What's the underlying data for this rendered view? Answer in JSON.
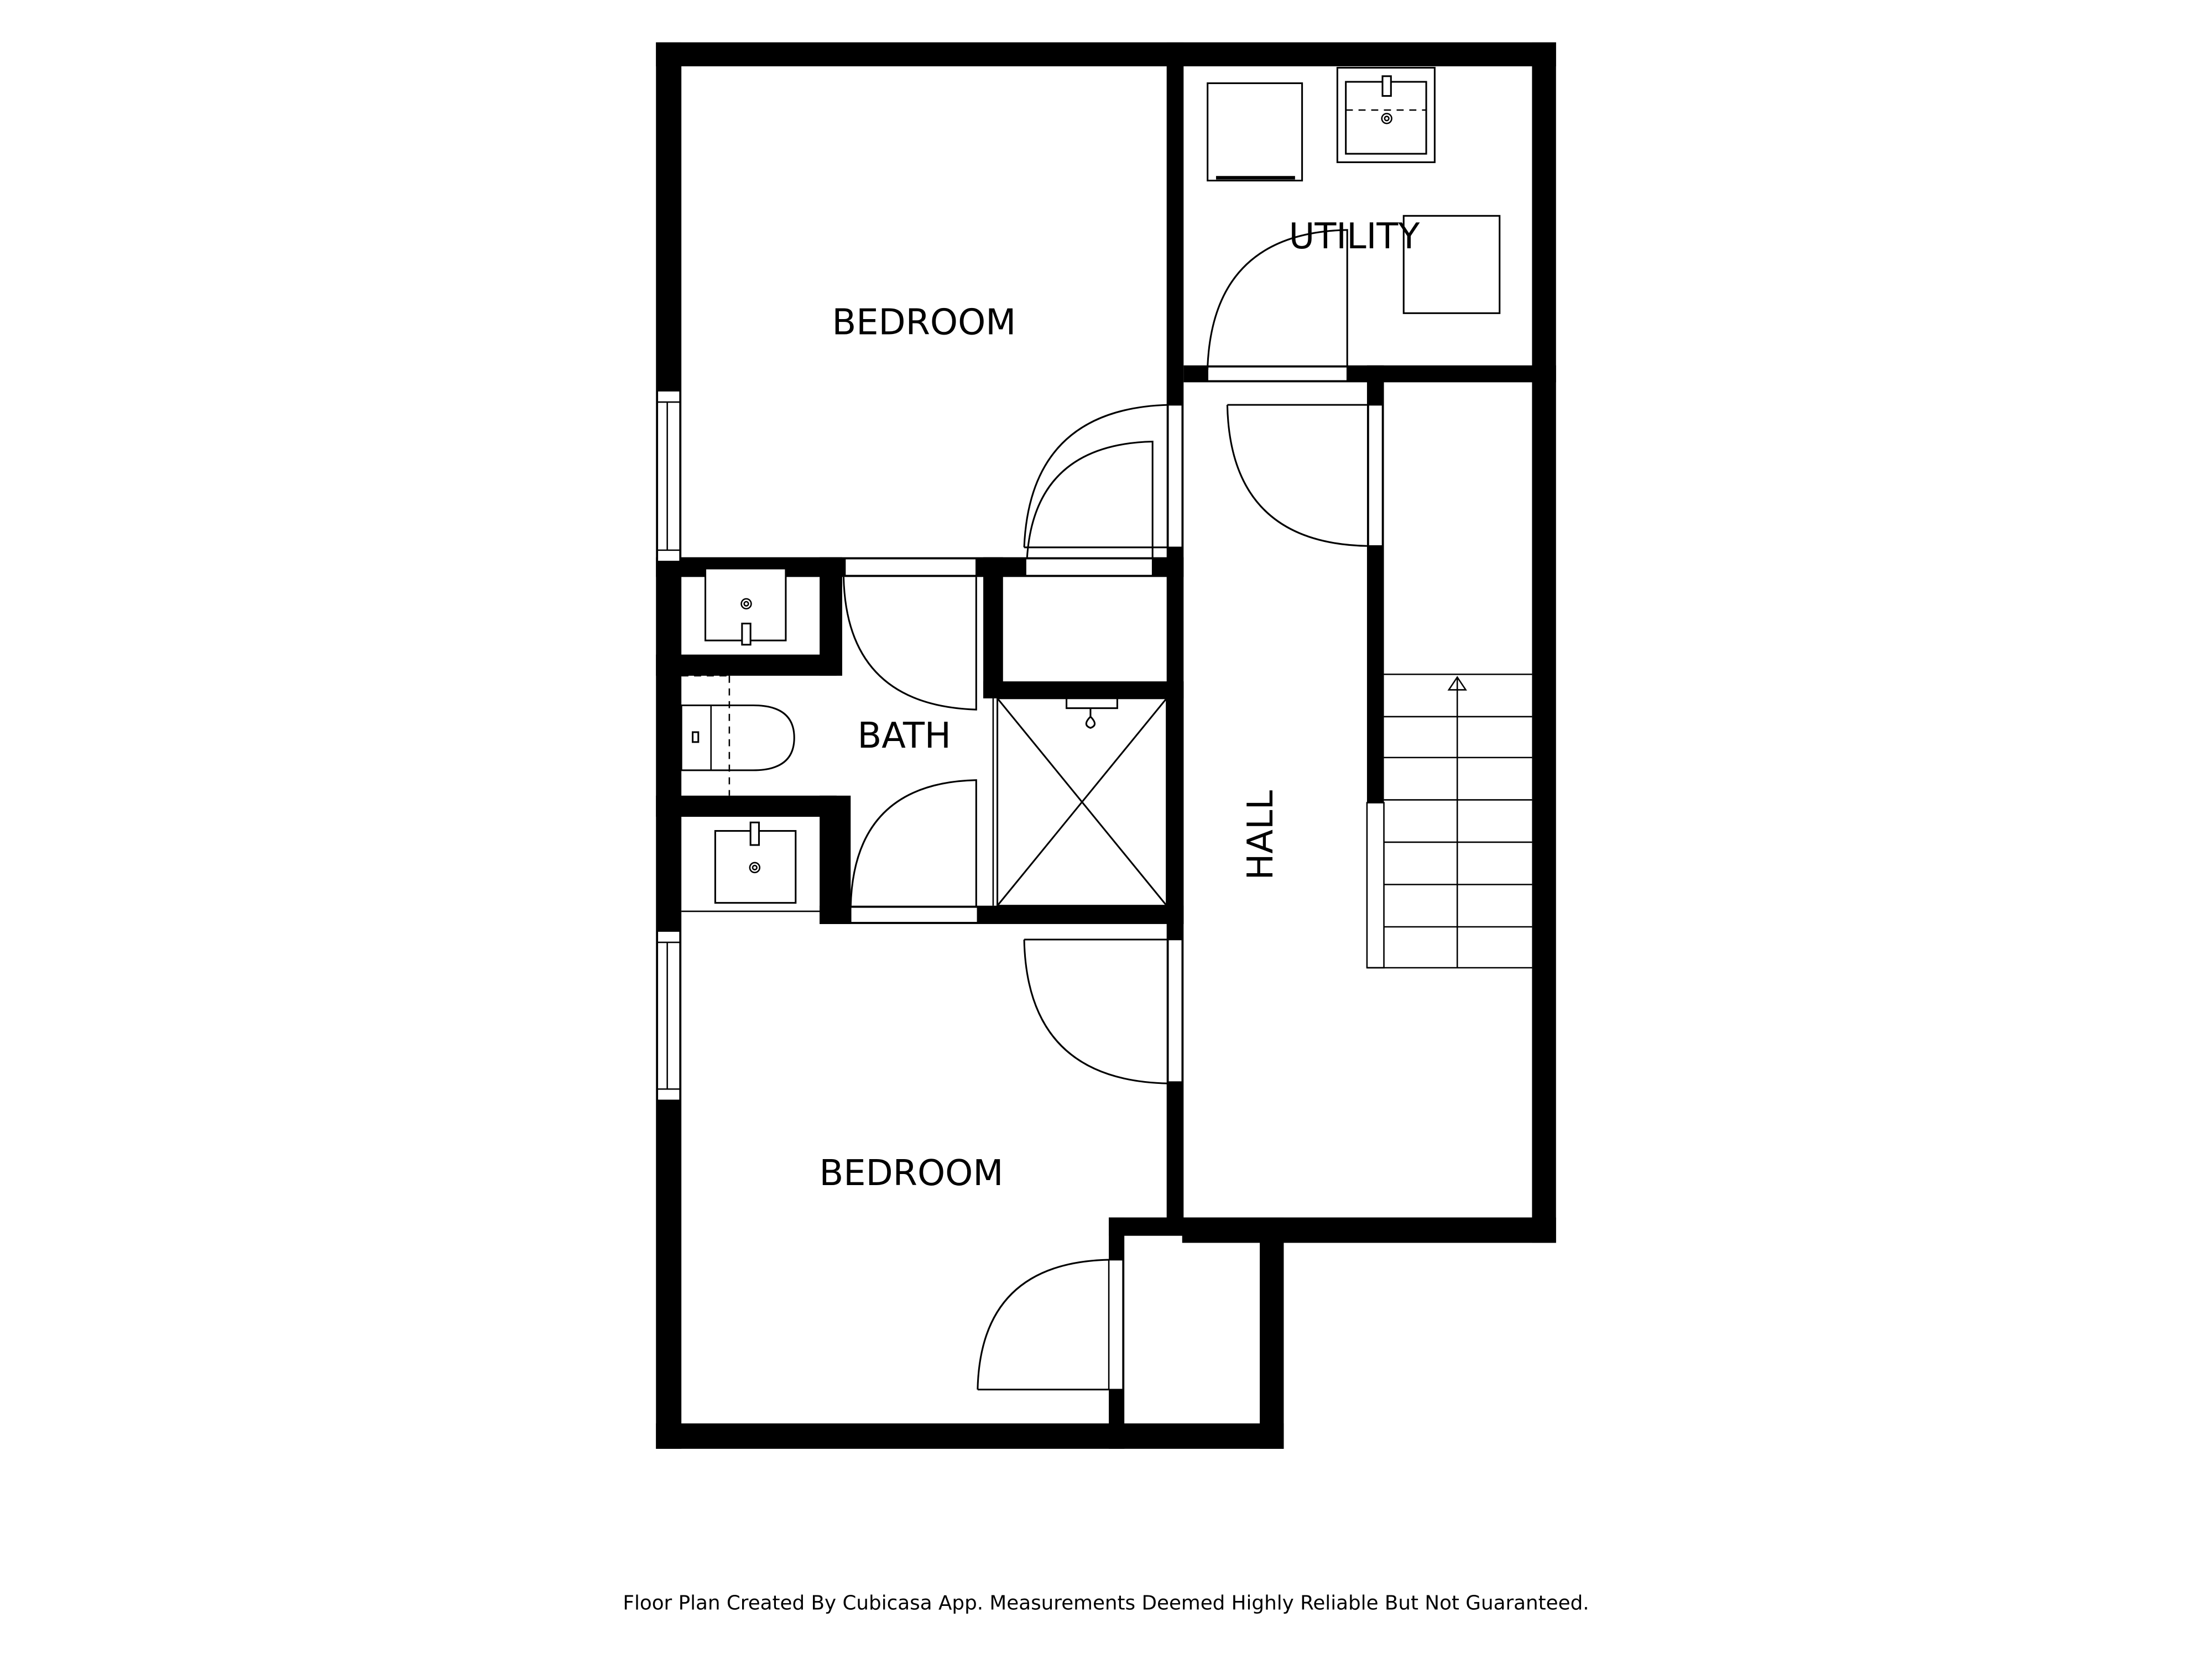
{
  "floor_plan": {
    "rooms": [
      {
        "id": "bedroom-top",
        "label": "BEDROOM"
      },
      {
        "id": "utility",
        "label": "UTILITY"
      },
      {
        "id": "bath",
        "label": "BATH"
      },
      {
        "id": "hall",
        "label": "HALL"
      },
      {
        "id": "bedroom-bottom",
        "label": "BEDROOM"
      }
    ],
    "fixtures": {
      "stairs": {
        "steps": 7,
        "direction": "up",
        "icon": "arrow-up-icon"
      },
      "shower": {
        "icon": "shower-x-icon"
      },
      "toilet": {
        "icon": "toilet-icon"
      },
      "sinks": 3,
      "appliances": 2
    },
    "colors": {
      "wall": "#000000",
      "background": "#ffffff",
      "line": "#000000"
    }
  },
  "footer": {
    "disclaimer": "Floor Plan Created By Cubicasa App. Measurements Deemed Highly Reliable But Not Guaranteed."
  }
}
